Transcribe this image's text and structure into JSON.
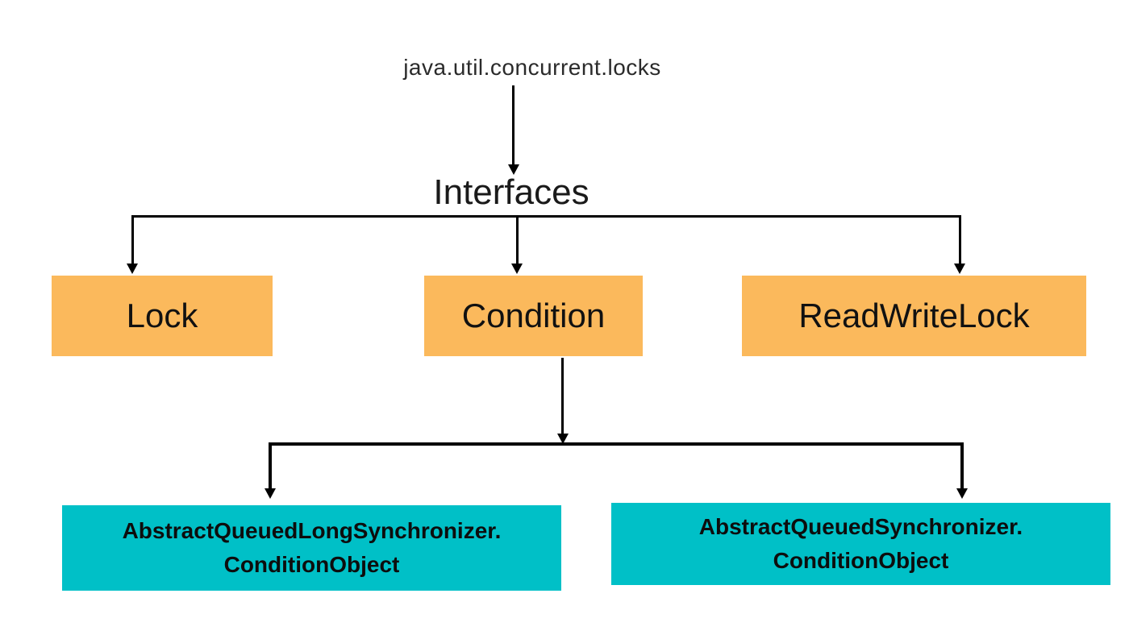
{
  "diagram": {
    "package_label": "java.util.concurrent.locks",
    "root_label": "Interfaces",
    "interface_nodes": [
      {
        "label": "Lock"
      },
      {
        "label": "Condition"
      },
      {
        "label": "ReadWriteLock"
      }
    ],
    "implementation_nodes": [
      {
        "line1": "AbstractQueuedLongSynchronizer.",
        "line2": "ConditionObject"
      },
      {
        "line1": "AbstractQueuedSynchronizer.",
        "line2": "ConditionObject"
      }
    ],
    "colors": {
      "interface_box": "#fbb95c",
      "implementation_box": "#00c0c7",
      "connector": "#000000",
      "background": "#ffffff"
    }
  }
}
